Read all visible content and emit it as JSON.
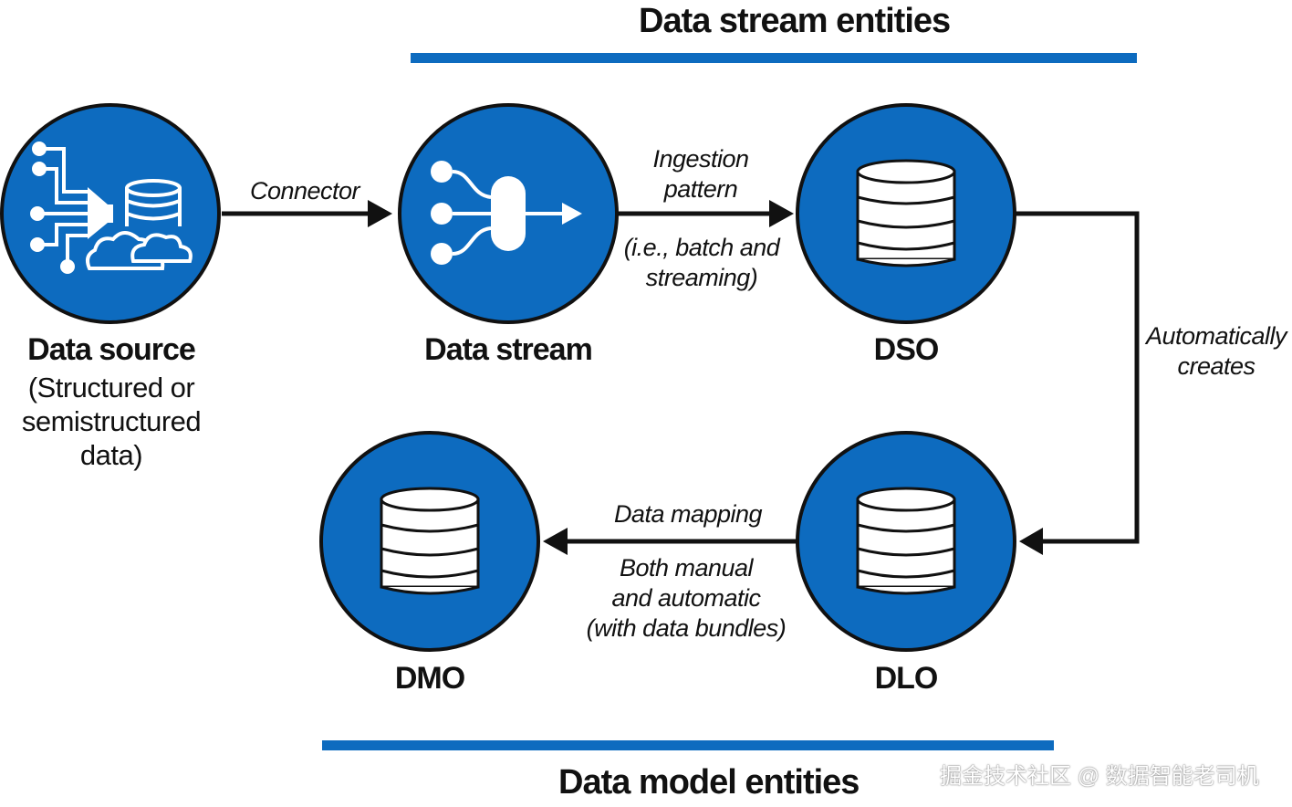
{
  "titles": {
    "top": "Data stream entities",
    "bottom": "Data model entities"
  },
  "nodes": {
    "data_source": {
      "label": "Data source",
      "sub_lines": [
        "(Structured or",
        "semistructured",
        "data)"
      ],
      "icon": "data-source-icon"
    },
    "data_stream": {
      "label": "Data stream",
      "icon": "stream-icon"
    },
    "dso": {
      "label": "DSO",
      "icon": "database-icon"
    },
    "dlo": {
      "label": "DLO",
      "icon": "database-icon"
    },
    "dmo": {
      "label": "DMO",
      "icon": "database-icon"
    }
  },
  "edges": {
    "connector": {
      "lines": [
        "Connector"
      ]
    },
    "ingestion": {
      "above": [
        "Ingestion",
        "pattern"
      ],
      "below": [
        "(i.e., batch and",
        "streaming)"
      ]
    },
    "auto_creates": {
      "lines": [
        "Automatically",
        "creates"
      ]
    },
    "mapping": {
      "above": [
        "Data mapping"
      ],
      "below": [
        "Both manual",
        "and automatic",
        "(with data bundles)"
      ]
    }
  },
  "watermark": "掘金技术社区 @ 数据智能老司机",
  "colors": {
    "circle_fill": "#0d6bbf",
    "circle_stroke": "#111111",
    "bar": "#0d6bbf",
    "arrow": "#111111"
  }
}
